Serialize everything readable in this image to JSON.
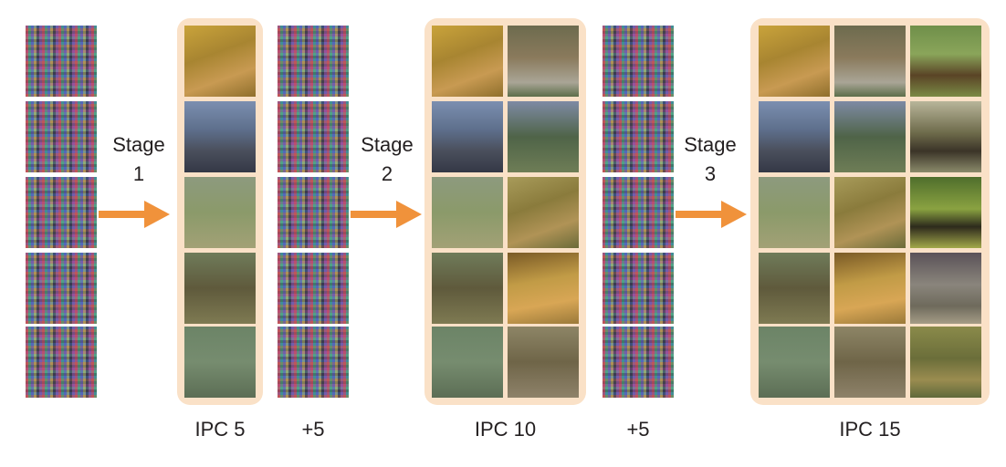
{
  "stages": [
    {
      "word": "Stage",
      "number": "1"
    },
    {
      "word": "Stage",
      "number": "2"
    },
    {
      "word": "Stage",
      "number": "3"
    }
  ],
  "captions": {
    "ipc5": "IPC 5",
    "plus_a": "+5",
    "ipc10": "IPC 10",
    "plus_b": "+5",
    "ipc15": "IPC 15"
  },
  "colors": {
    "arrow": "#f0923b",
    "panel": "#fae1c7"
  },
  "icons": {
    "arrow": "right-arrow-icon",
    "noise": "random-noise-image",
    "synthetic": "synthetic-deer-image"
  }
}
